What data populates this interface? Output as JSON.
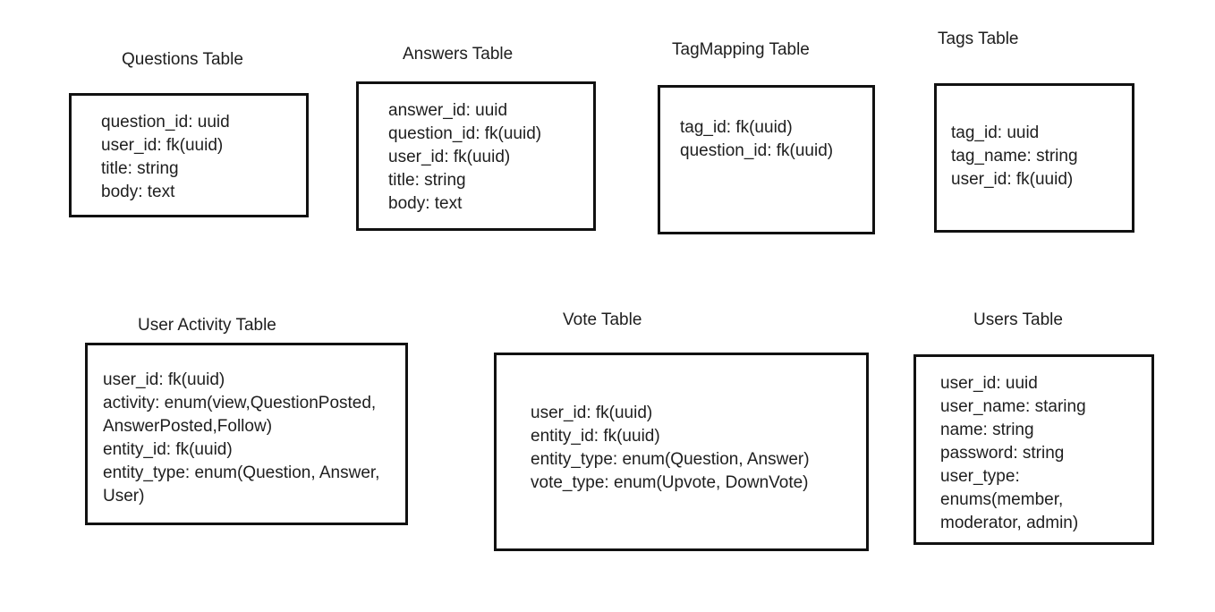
{
  "tables": {
    "questions": {
      "title": "Questions Table",
      "fields": [
        "question_id: uuid",
        "user_id: fk(uuid)",
        "title: string",
        "body: text"
      ]
    },
    "answers": {
      "title": "Answers Table",
      "fields": [
        "answer_id: uuid",
        "question_id: fk(uuid)",
        "user_id: fk(uuid)",
        "title: string",
        "body: text"
      ]
    },
    "tag_mapping": {
      "title": "TagMapping Table",
      "fields": [
        "tag_id: fk(uuid)",
        "question_id: fk(uuid)"
      ]
    },
    "tags": {
      "title": "Tags Table",
      "fields": [
        "tag_id: uuid",
        "tag_name: string",
        "user_id: fk(uuid)"
      ]
    },
    "user_activity": {
      "title": "User Activity Table",
      "fields": [
        "user_id: fk(uuid)",
        "activity: enum(view,QuestionPosted,",
        "AnswerPosted,Follow)",
        "entity_id: fk(uuid)",
        "entity_type: enum(Question, Answer,",
        "User)"
      ]
    },
    "vote": {
      "title": "Vote Table",
      "fields": [
        "user_id: fk(uuid)",
        "entity_id: fk(uuid)",
        "entity_type: enum(Question, Answer)",
        "vote_type: enum(Upvote, DownVote)"
      ]
    },
    "users": {
      "title": "Users Table",
      "fields": [
        "user_id: uuid",
        "user_name: staring",
        "name: string",
        "password: string",
        "user_type:",
        "enums(member,",
        "moderator, admin)"
      ]
    }
  }
}
